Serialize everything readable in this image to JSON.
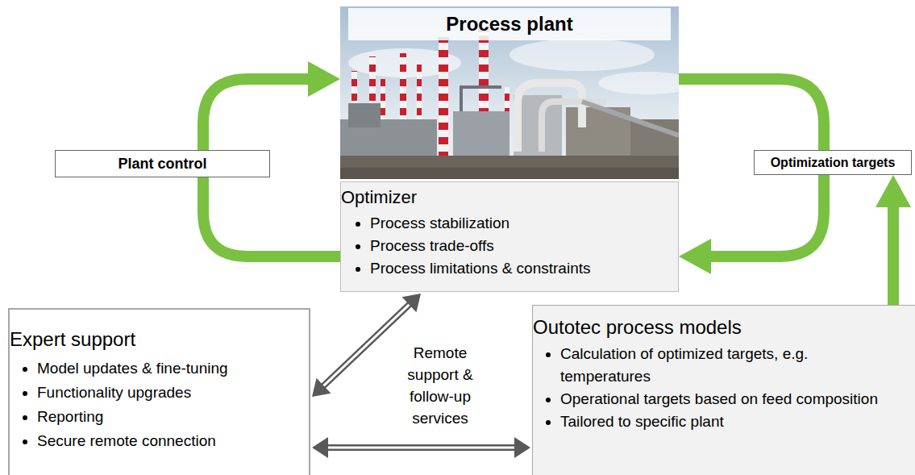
{
  "diagram": {
    "nodes": [
      {
        "text": [
          "Process plant"
        ]
      },
      {
        "text": [
          "Plant control"
        ]
      },
      {
        "text": [
          "Optimization targets"
        ]
      },
      {
        "text": [
          "Optimizer",
          "Process stabilization",
          "Process trade-offs",
          "Process limitations & constraints"
        ]
      },
      {
        "text": [
          "Expert support",
          "Model updates & fine-tuning",
          "Functionality upgrades",
          "Reporting",
          "Secure remote connection"
        ]
      },
      {
        "text": [
          "Outotec process models",
          "Calculation of optimized targets, e.g. temperatures",
          "Operational targets based on feed composition",
          "Tailored to specific plant"
        ]
      }
    ],
    "edges": [
      {
        "from": 3,
        "to": 1,
        "arrow": "none"
      },
      {
        "from": 1,
        "to": 0,
        "arrow": "to"
      },
      {
        "from": 0,
        "to": 2,
        "arrow": "none"
      },
      {
        "from": 2,
        "to": 3,
        "arrow": "to"
      },
      {
        "from": 5,
        "to": 2,
        "arrow": "to"
      },
      {
        "from": 3,
        "to": 4,
        "arrow": "both"
      },
      {
        "from": 4,
        "to": 5,
        "arrow": "both"
      }
    ],
    "labels": [
      "Remote support & follow-up services"
    ]
  }
}
